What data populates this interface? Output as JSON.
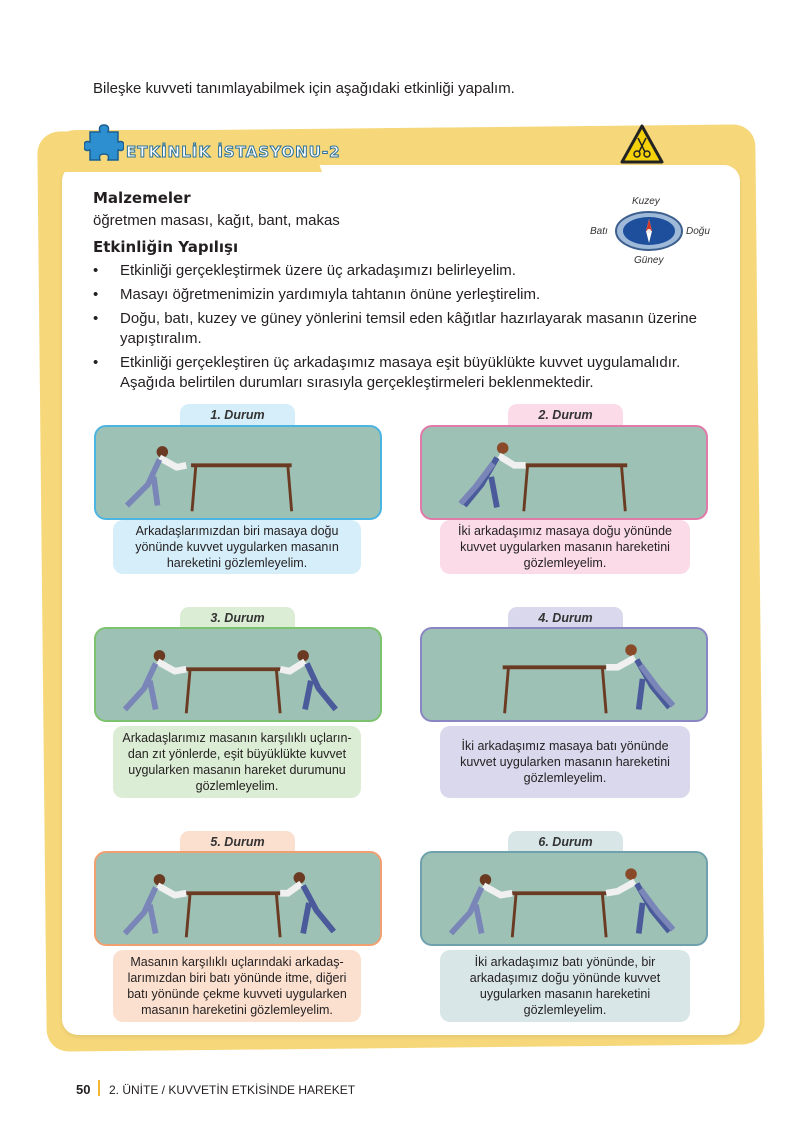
{
  "intro": "Bileşke kuvveti tanımlayabilmek için aşağıdaki etkinliği yapalım.",
  "station": {
    "title": "ETKİNLİK İSTASYONU-2",
    "icon": "puzzle-icon",
    "warning_icon": "scissors-warning-icon"
  },
  "materials": {
    "heading": "Malzemeler",
    "text": "öğretmen masası, kağıt, bant, makas"
  },
  "procedure": {
    "heading": "Etkinliğin Yapılışı",
    "steps": [
      "Etkinliği gerçekleştirmek üzere üç arkadaşımızı belirleyelim.",
      "Masayı öğretmenimizin yardımıyla tahtanın önüne yerleştirelim.",
      "Doğu, batı, kuzey ve güney yönlerini temsil eden kâğıtlar hazırlayarak masanın üzerine yapıştıralım.",
      "Etkinliği gerçekleştiren üç arkadaşımız masaya eşit büyüklükte kuvvet uygulamalı­dır. Aşağıda belirtilen durumları sırasıyla gerçekleştirmeleri beklenmektedir."
    ]
  },
  "compass": {
    "north": "Kuzey",
    "south": "Güney",
    "west": "Batı",
    "east": "Doğu"
  },
  "scenarios": [
    {
      "tag": "1. Durum",
      "text": "Arkadaşlarımızdan biri masaya doğu yönünde kuvvet uygularken masanın hareketini gözlemleyelim.",
      "color": "#4cb4e0",
      "bg": "#d5eef9"
    },
    {
      "tag": "2. Durum",
      "text": "İki arkadaşımız masaya doğu yönünde kuvvet uygularken masanın hareketini gözlemleyelim.",
      "color": "#e07aa8",
      "bg": "#fadbe7"
    },
    {
      "tag": "3. Durum",
      "text": "Arkadaşlarımız masanın karşılıklı uçların­dan zıt yönlerde, eşit büyüklükte kuvvet uygularken masanın hareket durumunu gözlemleyelim.",
      "color": "#7cc26f",
      "bg": "#dcedd5"
    },
    {
      "tag": "4. Durum",
      "text": "İki arkadaşımız masaya batı yönünde kuvvet uygularken masanın hareketini gözlemleyelim.",
      "color": "#8a86c4",
      "bg": "#d9d8ec"
    },
    {
      "tag": "5. Durum",
      "text": "Masanın karşılıklı uçlarındaki arkadaş­larımızdan biri batı yönünde itme, diğeri batı yönünde çekme kuvveti uygularken masanın hareketini gözlemleyelim.",
      "color": "#f0a070",
      "bg": "#fbe0d0"
    },
    {
      "tag": "6. Durum",
      "text": "İki arkadaşımız batı yönünde, bir arkadaşımız doğu yönünde  kuvvet uygularken masanın hareketini gözlemleyelim.",
      "color": "#6fa1ad",
      "bg": "#d8e6e8"
    }
  ],
  "footer": {
    "page": "50",
    "text": "2. ÜNİTE / KUVVETİN ETKİSİNDE HAREKET"
  }
}
